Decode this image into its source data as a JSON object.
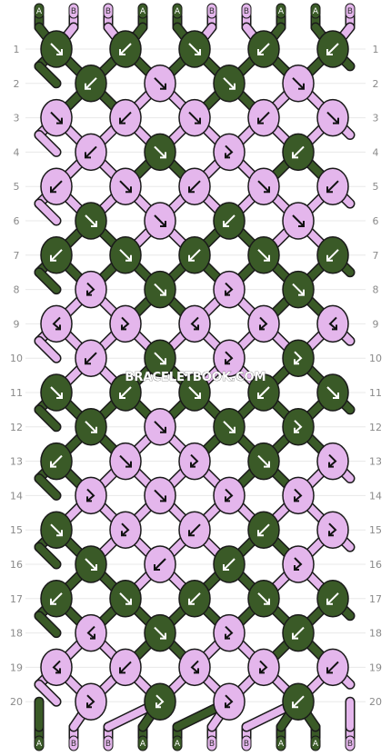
{
  "watermark": "BRACELETBOOK.COM",
  "top_string_labels": [
    "A",
    "B",
    "B",
    "A",
    "A",
    "B",
    "B",
    "A",
    "A",
    "B"
  ],
  "bottom_string_labels": [
    "A",
    "B",
    "B",
    "A",
    "A",
    "B",
    "B",
    "A",
    "A",
    "B"
  ],
  "row_numbers": [
    "1",
    "2",
    "3",
    "4",
    "5",
    "6",
    "7",
    "8",
    "9",
    "10",
    "11",
    "12",
    "13",
    "14",
    "15",
    "16",
    "17",
    "18",
    "19",
    "20"
  ],
  "colors": {
    "A": "#3a5a27",
    "B": "#e4b6ec",
    "outline": "#1a1a1a",
    "grid": "#e8e8e8"
  },
  "knot_rows": [
    [
      {
        "c": "A",
        "d": "rr"
      },
      {
        "c": "A",
        "d": "ll"
      },
      {
        "c": "A",
        "d": "rr"
      },
      {
        "c": "A",
        "d": "ll"
      },
      {
        "c": "A",
        "d": "ll"
      }
    ],
    [
      {
        "c": "A",
        "d": "ll"
      },
      {
        "c": "B",
        "d": "rr"
      },
      {
        "c": "A",
        "d": "rr"
      },
      {
        "c": "B",
        "d": "rr"
      }
    ],
    [
      {
        "c": "B",
        "d": "rr"
      },
      {
        "c": "B",
        "d": "ll"
      },
      {
        "c": "B",
        "d": "rr"
      },
      {
        "c": "B",
        "d": "ll"
      },
      {
        "c": "B",
        "d": "rr"
      }
    ],
    [
      {
        "c": "B",
        "d": "ll"
      },
      {
        "c": "A",
        "d": "rr"
      },
      {
        "c": "B",
        "d": "rl"
      },
      {
        "c": "A",
        "d": "ll"
      }
    ],
    [
      {
        "c": "B",
        "d": "ll"
      },
      {
        "c": "B",
        "d": "rr"
      },
      {
        "c": "B",
        "d": "ll"
      },
      {
        "c": "B",
        "d": "rr"
      },
      {
        "c": "B",
        "d": "ll"
      }
    ],
    [
      {
        "c": "A",
        "d": "rr"
      },
      {
        "c": "B",
        "d": "rr"
      },
      {
        "c": "A",
        "d": "ll"
      },
      {
        "c": "B",
        "d": "rr"
      }
    ],
    [
      {
        "c": "A",
        "d": "ll"
      },
      {
        "c": "A",
        "d": "rr"
      },
      {
        "c": "A",
        "d": "ll"
      },
      {
        "c": "A",
        "d": "rr"
      },
      {
        "c": "A",
        "d": "ll"
      }
    ],
    [
      {
        "c": "B",
        "d": "rl"
      },
      {
        "c": "A",
        "d": "rr"
      },
      {
        "c": "B",
        "d": "rl"
      },
      {
        "c": "A",
        "d": "rr"
      }
    ],
    [
      {
        "c": "B",
        "d": "lr"
      },
      {
        "c": "B",
        "d": "rl"
      },
      {
        "c": "B",
        "d": "lr"
      },
      {
        "c": "B",
        "d": "rl"
      },
      {
        "c": "B",
        "d": "lr"
      }
    ],
    [
      {
        "c": "B",
        "d": "ll"
      },
      {
        "c": "A",
        "d": "rr"
      },
      {
        "c": "B",
        "d": "rl"
      },
      {
        "c": "A",
        "d": "rl"
      }
    ],
    [
      {
        "c": "A",
        "d": "rr"
      },
      {
        "c": "A",
        "d": "ll"
      },
      {
        "c": "A",
        "d": "rr"
      },
      {
        "c": "A",
        "d": "ll"
      },
      {
        "c": "A",
        "d": "rr"
      }
    ],
    [
      {
        "c": "A",
        "d": "rr"
      },
      {
        "c": "B",
        "d": "rr"
      },
      {
        "c": "A",
        "d": "rr"
      },
      {
        "c": "A",
        "d": "rl"
      }
    ],
    [
      {
        "c": "A",
        "d": "ll"
      },
      {
        "c": "B",
        "d": "rr"
      },
      {
        "c": "B",
        "d": "rl"
      },
      {
        "c": "A",
        "d": "rr"
      },
      {
        "c": "B",
        "d": "rl"
      }
    ],
    [
      {
        "c": "B",
        "d": "rl"
      },
      {
        "c": "B",
        "d": "rr"
      },
      {
        "c": "B",
        "d": "rl"
      },
      {
        "c": "B",
        "d": "rl"
      }
    ],
    [
      {
        "c": "A",
        "d": "rr"
      },
      {
        "c": "B",
        "d": "rl"
      },
      {
        "c": "B",
        "d": "ll"
      },
      {
        "c": "A",
        "d": "ll"
      },
      {
        "c": "B",
        "d": "rl"
      }
    ],
    [
      {
        "c": "A",
        "d": "rr"
      },
      {
        "c": "B",
        "d": "ll"
      },
      {
        "c": "A",
        "d": "ll"
      },
      {
        "c": "B",
        "d": "rl"
      }
    ],
    [
      {
        "c": "A",
        "d": "ll"
      },
      {
        "c": "A",
        "d": "rr"
      },
      {
        "c": "A",
        "d": "ll"
      },
      {
        "c": "A",
        "d": "rr"
      },
      {
        "c": "A",
        "d": "ll"
      }
    ],
    [
      {
        "c": "B",
        "d": "lr"
      },
      {
        "c": "A",
        "d": "rr"
      },
      {
        "c": "B",
        "d": "rl"
      },
      {
        "c": "A",
        "d": "ll"
      }
    ],
    [
      {
        "c": "B",
        "d": "lr"
      },
      {
        "c": "B",
        "d": "ll"
      },
      {
        "c": "B",
        "d": "lr"
      },
      {
        "c": "B",
        "d": "rl"
      },
      {
        "c": "B",
        "d": "ll"
      }
    ],
    [
      {
        "c": "B",
        "d": "rl"
      },
      {
        "c": "A",
        "d": "rl"
      },
      {
        "c": "B",
        "d": "rl"
      },
      {
        "c": "A",
        "d": "ll"
      }
    ]
  ]
}
